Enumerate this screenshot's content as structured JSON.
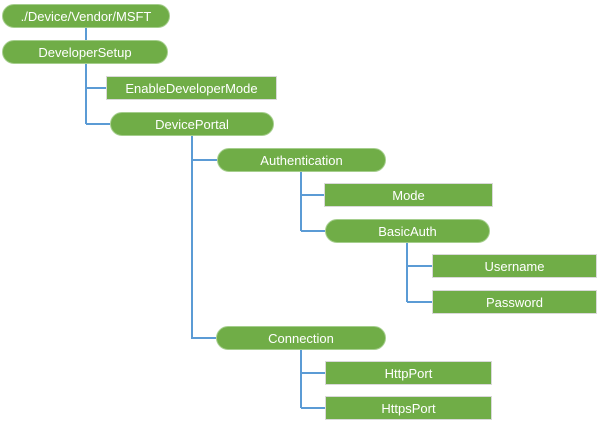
{
  "diagram": {
    "type": "tree",
    "description_colors": {
      "node_fill": "#70AD47",
      "node_text": "#FFFFFF",
      "pill_border": "#A5CE8D",
      "rect_border": "#D9D9D9",
      "connector": "#5B9BD5",
      "background": "#FFFFFF"
    }
  },
  "nodes": [
    {
      "label": "./Device/Vendor/MSFT",
      "shape": "pill"
    },
    {
      "label": "DeveloperSetup",
      "shape": "pill"
    },
    {
      "label": "EnableDeveloperMode",
      "shape": "rect"
    },
    {
      "label": "DevicePortal",
      "shape": "pill"
    },
    {
      "label": "Authentication",
      "shape": "pill"
    },
    {
      "label": "Mode",
      "shape": "rect"
    },
    {
      "label": "BasicAuth",
      "shape": "pill"
    },
    {
      "label": "Username",
      "shape": "rect"
    },
    {
      "label": "Password",
      "shape": "rect"
    },
    {
      "label": "Connection",
      "shape": "pill"
    },
    {
      "label": "HttpPort",
      "shape": "rect"
    },
    {
      "label": "HttpsPort",
      "shape": "rect"
    }
  ],
  "hierarchy": {
    "label": "./Device/Vendor/MSFT",
    "children": [
      {
        "label": "DeveloperSetup",
        "children": [
          {
            "label": "EnableDeveloperMode"
          },
          {
            "label": "DevicePortal",
            "children": [
              {
                "label": "Authentication",
                "children": [
                  {
                    "label": "Mode"
                  },
                  {
                    "label": "BasicAuth",
                    "children": [
                      {
                        "label": "Username"
                      },
                      {
                        "label": "Password"
                      }
                    ]
                  }
                ]
              },
              {
                "label": "Connection",
                "children": [
                  {
                    "label": "HttpPort"
                  },
                  {
                    "label": "HttpsPort"
                  }
                ]
              }
            ]
          }
        ]
      }
    ]
  }
}
